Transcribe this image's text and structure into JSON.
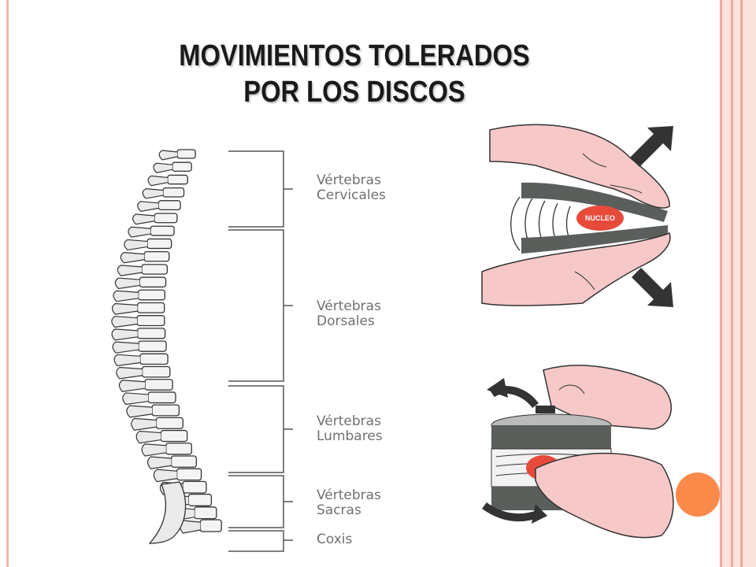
{
  "title": {
    "line1": "MOVIMIENTOS TOLERADOS",
    "line2": "POR LOS DISCOS"
  },
  "spine_sections": [
    {
      "line1": "Vértebras",
      "line2": "Cervicales"
    },
    {
      "line1": "Vértebras",
      "line2": "Dorsales"
    },
    {
      "line1": "Vértebras",
      "line2": "Lumbares"
    },
    {
      "line1": "Vértebras",
      "line2": "Sacras"
    },
    {
      "line1": "Coxis",
      "line2": ""
    }
  ],
  "compression_figure": {
    "nucleus_label": "NUCLEO"
  },
  "colors": {
    "accent": "#f98a4a",
    "border": "#f1b7ad",
    "nucleus": "#e84a3a",
    "disc_plate": "#5a5f5c",
    "hand": "#f7c8c8"
  }
}
